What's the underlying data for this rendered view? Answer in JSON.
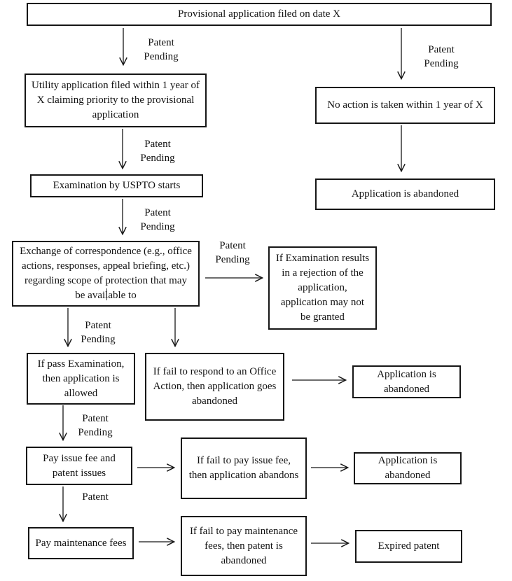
{
  "diagram": {
    "type": "flowchart",
    "topic": "Provisional patent application process and outcomes"
  },
  "labels": {
    "patent": "Patent",
    "pending": "Pending"
  },
  "nodes": {
    "provisional": {
      "text": "Provisional application filed on date X"
    },
    "utility": {
      "text": "Utility application filed within 1 year of X claiming priority to the provisional application"
    },
    "no_action": {
      "text": "No action is taken within 1 year of X"
    },
    "examination": {
      "text": "Examination by USPTO starts"
    },
    "abandoned_top": {
      "text": "Application is abandoned"
    },
    "exchange": {
      "text": "Exchange of correspondence (e.g., office actions, responses, appeal briefing, etc.) regarding scope of protection that may be available to"
    },
    "rejection": {
      "text": "If Examination results in a rejection of the application, application may not be granted"
    },
    "pass_exam": {
      "text": "If pass Examination, then application is allowed"
    },
    "fail_respond": {
      "text": "If fail to respond to an Office Action, then application goes abandoned"
    },
    "abandoned_mid": {
      "text": "Application is abandoned"
    },
    "pay_issue": {
      "text": "Pay issue fee and patent issues"
    },
    "fail_issue": {
      "text": "If fail to pay issue fee, then application abandons"
    },
    "abandoned_low": {
      "text": "Application is abandoned"
    },
    "pay_maintenance": {
      "text": "Pay maintenance fees"
    },
    "fail_maintenance": {
      "text": "If fail to pay maintenance fees, then patent is abandoned"
    },
    "expired": {
      "text": "Expired patent"
    }
  },
  "colors": {
    "stroke": "#161616",
    "background": "#ffffff",
    "text": "#121212"
  }
}
